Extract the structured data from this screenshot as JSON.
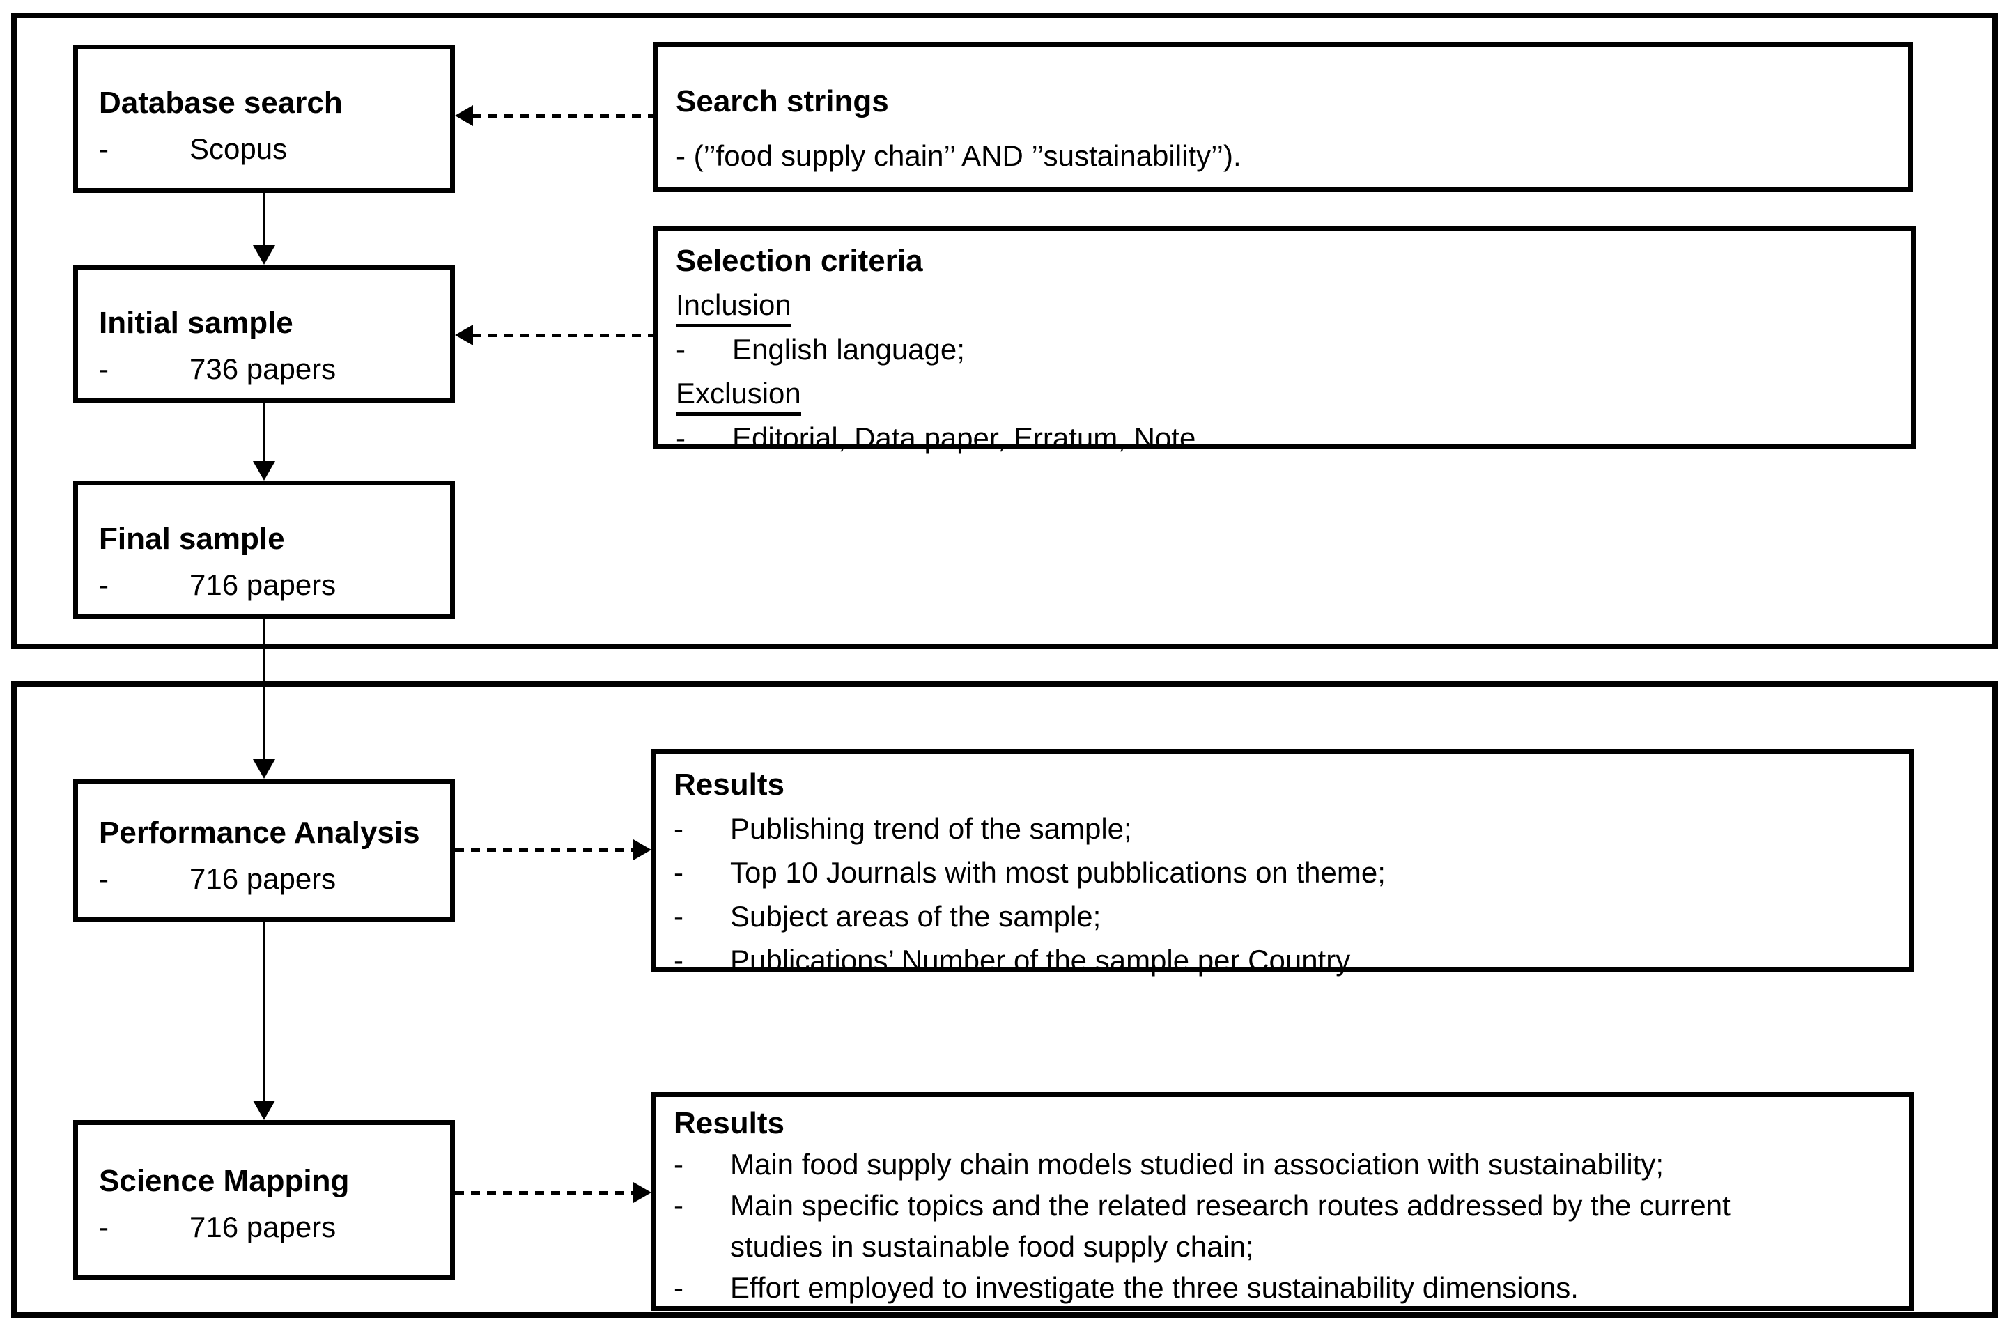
{
  "ui": {
    "bullet": "-"
  },
  "colors": {
    "ink": "#000000",
    "background": "#ffffff"
  },
  "top_section": {
    "database_search": {
      "title": "Database search",
      "items": [
        "Scopus"
      ]
    },
    "search_strings": {
      "title": "Search strings",
      "line": "- (’’food supply chain’’ AND ’’sustainability’’)."
    },
    "initial_sample": {
      "title": "Initial sample",
      "items": [
        "736 papers"
      ]
    },
    "selection_criteria": {
      "title": "Selection criteria",
      "inclusion_label": "Inclusion",
      "inclusion_items": [
        "English language;"
      ],
      "exclusion_label": "Exclusion",
      "exclusion_items": [
        "Editorial, Data paper, Erratum, Note."
      ]
    },
    "final_sample": {
      "title": "Final sample",
      "items": [
        "716 papers"
      ]
    }
  },
  "bottom_section": {
    "performance_analysis": {
      "title": "Performance Analysis",
      "items": [
        "716 papers"
      ]
    },
    "results_performance": {
      "title": "Results",
      "items": [
        "Publishing trend of the sample;",
        "Top 10 Journals with most pubblications on theme;",
        "Subject areas of the sample;",
        "Publications’ Number of the sample per Country."
      ]
    },
    "science_mapping": {
      "title": "Science Mapping",
      "items": [
        "716 papers"
      ]
    },
    "results_science": {
      "title": "Results",
      "items": [
        "Main food supply chain models studied in association with sustainability;",
        "Main specific topics and the related research routes addressed by the current\nstudies in sustainable food supply chain;",
        "Effort employed to investigate the three sustainability dimensions."
      ]
    }
  }
}
